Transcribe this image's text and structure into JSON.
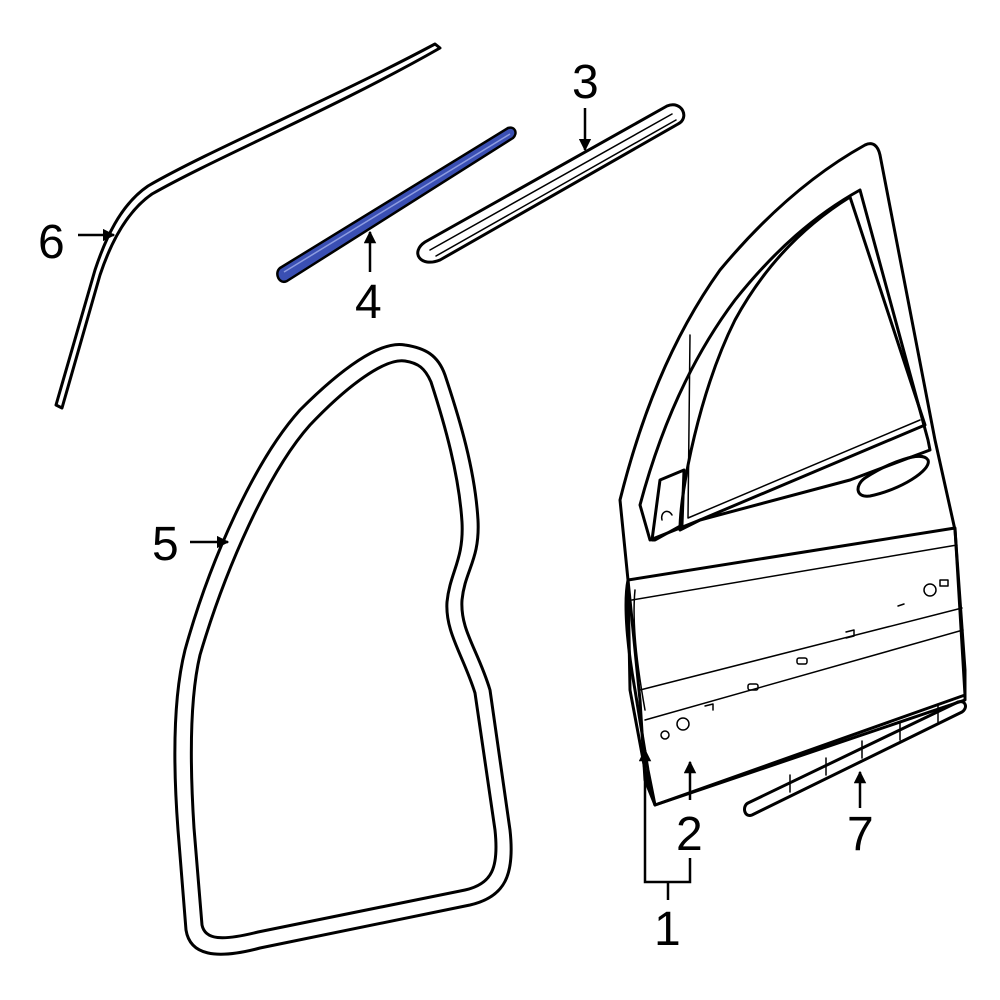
{
  "callouts": {
    "c1": "1",
    "c2": "2",
    "c3": "3",
    "c4": "4",
    "c5": "5",
    "c6": "6",
    "c7": "7"
  },
  "colors": {
    "highlight": "#3a4fb3",
    "line": "#000000",
    "background": "#ffffff"
  }
}
